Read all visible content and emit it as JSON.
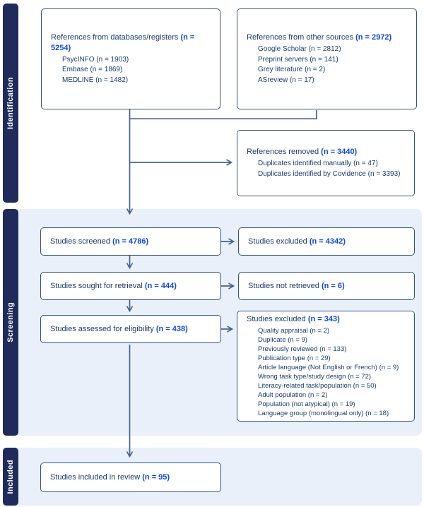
{
  "colors": {
    "accent_blue": "#1149d4",
    "navy_text": "#1b3a67",
    "bar_navy": "#202b5c",
    "box_border": "#33527e",
    "connector": "#44608c",
    "section_bg": "#e9f0f9"
  },
  "sidebar": {
    "identification": "Identification",
    "screening": "Screening",
    "included": "Included"
  },
  "boxes": {
    "databases": {
      "title": "References from databases/registers",
      "count": "(n = 5254)",
      "items": [
        "PsycINFO (n = 1903)",
        "Embase (n = 1869)",
        "MEDLINE (n = 1482)"
      ]
    },
    "other_sources": {
      "title": "References from other sources",
      "count": "(n = 2972)",
      "items": [
        "Google Scholar (n = 2812)",
        "Preprint servers (n = 141)",
        "Grey literature (n = 2)",
        "ASreview (n = 17)"
      ]
    },
    "removed": {
      "title": "References removed",
      "count": "(n = 3440)",
      "items": [
        "Duplicates identified manually (n = 47)",
        "Duplicates identified by Covidence (n = 3393)"
      ]
    },
    "screened": {
      "title": "Studies screened",
      "count": "(n = 4786)"
    },
    "excluded_screening": {
      "title": "Studies excluded",
      "count": "(n = 4342)"
    },
    "retrieval": {
      "title": "Studies sought for retrieval",
      "count": "(n = 444)"
    },
    "not_retrieved": {
      "title": "Studies not retrieved",
      "count": "(n = 6)"
    },
    "eligibility": {
      "title": "Studies assessed for eligibility",
      "count": "(n = 438)"
    },
    "excluded_eligibility": {
      "title": "Studies excluded",
      "count": "(n = 343)",
      "items": [
        "Quality appraisal (n = 2)",
        "Duplicate (n = 9)",
        "Previously reviewed (n = 133)",
        "Publication type (n = 29)",
        "Article language (Not English or French) (n = 9)",
        "Wrong task type/study design (n = 72)",
        "Literacy-related task/population (n = 50)",
        "Adult population (n = 2)",
        "Population (not atypical) (n = 19)",
        "Language group (monolingual only) (n = 18)"
      ]
    },
    "included": {
      "title": "Studies included in review",
      "count": "(n = 95)"
    }
  }
}
